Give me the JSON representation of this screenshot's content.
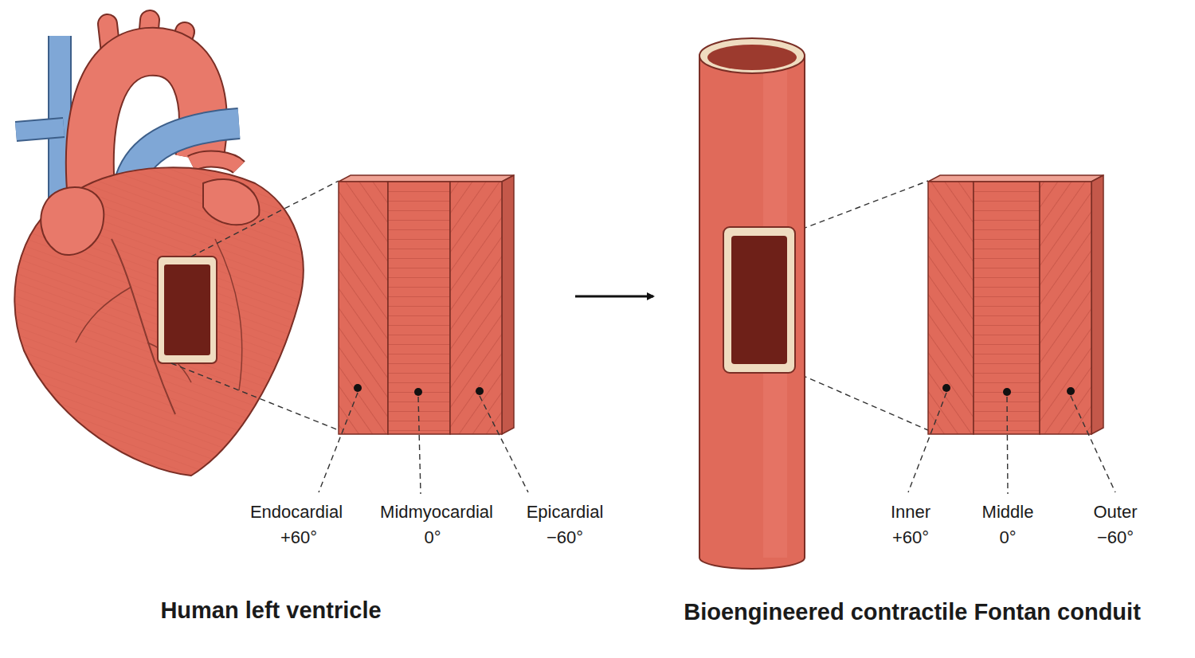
{
  "diagram": {
    "labels": [
      "Endocardial",
      "+60°",
      "Midmyocardial",
      "0°",
      "Epicardial",
      "−60°",
      "Inner",
      "+60°",
      "Middle",
      "0°",
      "Outer",
      "−60°",
      "Human left ventricle",
      "Bioengineered contractile Fontan conduit"
    ]
  }
}
